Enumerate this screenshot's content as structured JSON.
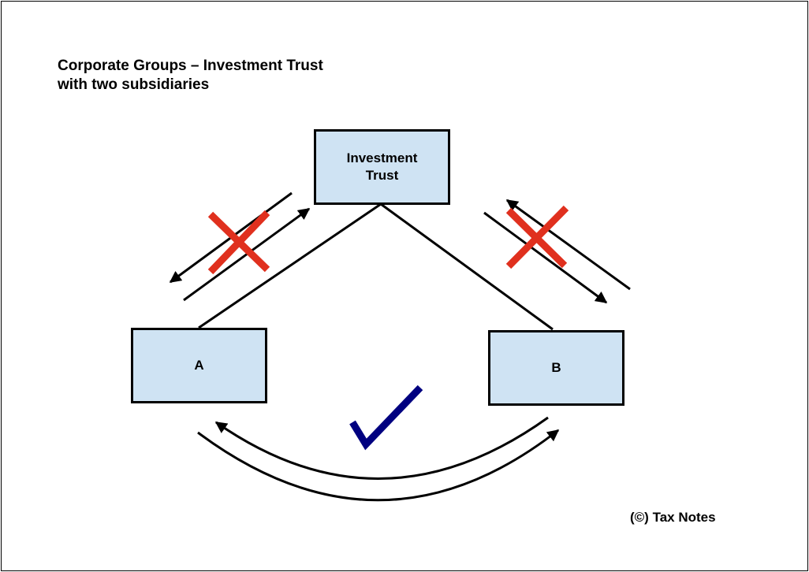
{
  "title": {
    "line1": "Corporate Groups – Investment Trust",
    "line2": "with two subsidiaries"
  },
  "nodes": {
    "parent": {
      "line1": "Investment",
      "line2": "Trust"
    },
    "subsidiary_a": "A",
    "subsidiary_b": "B"
  },
  "relationships": [
    {
      "between": [
        "Investment Trust",
        "A"
      ],
      "status": "not-allowed",
      "icon": "x-mark-icon",
      "color": "#e0301e"
    },
    {
      "between": [
        "Investment Trust",
        "B"
      ],
      "status": "not-allowed",
      "icon": "x-mark-icon",
      "color": "#e0301e"
    },
    {
      "between": [
        "A",
        "B"
      ],
      "status": "allowed",
      "icon": "checkmark-icon",
      "color": "#000080"
    }
  ],
  "footer": {
    "copyright": "(©) Tax Notes"
  }
}
